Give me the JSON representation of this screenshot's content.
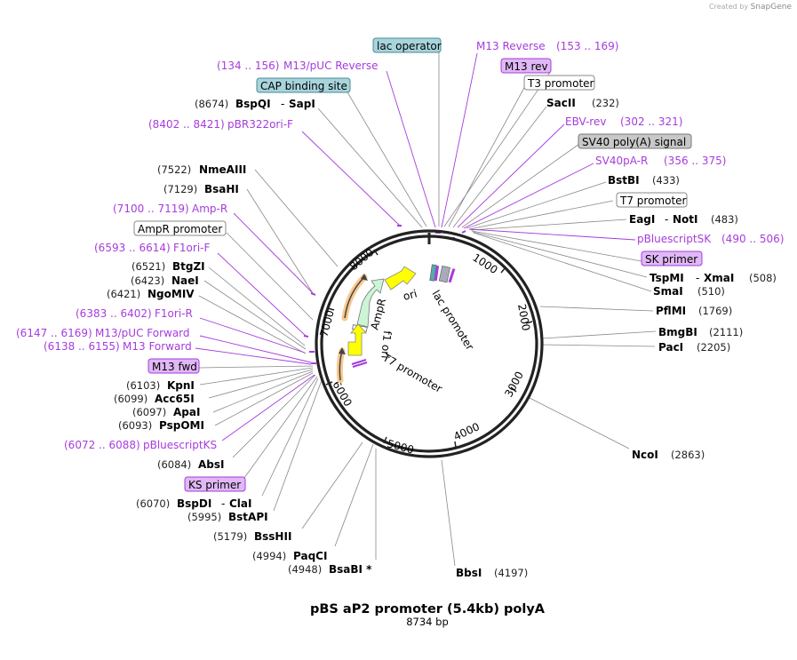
{
  "credit": {
    "prefix": "Created by",
    "brand": "SnapGene"
  },
  "map": {
    "title": "pBS aP2 promoter (5.4kb) polyA",
    "length_label": "8734 bp",
    "length": 8734,
    "ticks": [
      "1000",
      "2000",
      "3000",
      "4000",
      "5000",
      "6000",
      "7000",
      "8000"
    ]
  },
  "features_inside": [
    {
      "name": "ori",
      "label": "ori"
    },
    {
      "name": "lac-promoter",
      "label": "lac promoter"
    },
    {
      "name": "ampr",
      "label": "AmpR"
    },
    {
      "name": "f1-ori",
      "label": "f1 ori"
    },
    {
      "name": "t7-promoter",
      "label": "T7 promoter"
    }
  ],
  "labels": {
    "lac_operator": "lac operator",
    "m13_reverse": "M13 Reverse",
    "m13_reverse_pos": "(153 .. 169)",
    "m13puc_reverse": "M13/pUC Reverse",
    "m13puc_reverse_pos": "(134 .. 156)",
    "m13_rev": "M13 rev",
    "t3_promoter": "T3 promoter",
    "cap": "CAP binding site",
    "sacii": "SacII",
    "sacii_pos": "(232)",
    "bspqi": "BspQI",
    "sapi": "SapI",
    "bspqi_pos": "(8674)",
    "ebv_rev": "EBV-rev",
    "ebv_rev_pos": "(302 .. 321)",
    "pbr322": "pBR322ori-F",
    "pbr322_pos": "(8402 .. 8421)",
    "sv40_polya": "SV40 poly(A) signal",
    "sv40pa_r": "SV40pA-R",
    "sv40pa_r_pos": "(356 .. 375)",
    "nmeaiii": "NmeAIII",
    "nmeaiii_pos": "(7522)",
    "bstbi": "BstBI",
    "bstbi_pos": "(433)",
    "bsahi": "BsaHI",
    "bsahi_pos": "(7129)",
    "t7_promoter": "T7 promoter",
    "ampr_primer": "Amp-R",
    "ampr_primer_pos": "(7100 .. 7119)",
    "eagi": "EagI",
    "noti": "NotI",
    "eagi_pos": "(483)",
    "ampr_promoter": "AmpR promoter",
    "pbluescriptsk": "pBluescriptSK",
    "pbluescriptsk_pos": "(490 .. 506)",
    "f1ori_f": "F1ori-F",
    "f1ori_f_pos": "(6593 .. 6614)",
    "sk_primer": "SK primer",
    "btgzi": "BtgZI",
    "btgzi_pos": "(6521)",
    "tspmi": "TspMI",
    "xmai": "XmaI",
    "tspmi_pos": "(508)",
    "naei": "NaeI",
    "naei_pos": "(6423)",
    "smai": "SmaI",
    "smai_pos": "(510)",
    "ngomiv": "NgoMIV",
    "ngomiv_pos": "(6421)",
    "pflmi": "PflMI",
    "pflmi_pos": "(1769)",
    "f1ori_r": "F1ori-R",
    "f1ori_r_pos": "(6383 .. 6402)",
    "bmgbi": "BmgBI",
    "bmgbi_pos": "(2111)",
    "m13puc_fwd": "M13/pUC Forward",
    "m13puc_fwd_pos": "(6147 .. 6169)",
    "paci": "PacI",
    "paci_pos": "(2205)",
    "m13_forward": "M13 Forward",
    "m13_forward_pos": "(6138 .. 6155)",
    "m13_fwd": "M13 fwd",
    "kpni": "KpnI",
    "kpni_pos": "(6103)",
    "acc65i": "Acc65I",
    "acc65i_pos": "(6099)",
    "apai": "ApaI",
    "apai_pos": "(6097)",
    "pspomi": "PspOMI",
    "pspomi_pos": "(6093)",
    "pbluescriptks": "pBluescriptKS",
    "pbluescriptks_pos": "(6072 .. 6088)",
    "ncoi": "NcoI",
    "ncoi_pos": "(2863)",
    "absi": "AbsI",
    "absi_pos": "(6084)",
    "ks_primer": "KS primer",
    "bspdi": "BspDI",
    "clai": "ClaI",
    "bspdi_pos": "(6070)",
    "bstapi": "BstAPI",
    "bstapi_pos": "(5995)",
    "bsshii": "BssHII",
    "bsshii_pos": "(5179)",
    "paqci": "PaqCI",
    "paqci_pos": "(4994)",
    "bsabi": "BsaBI *",
    "bsabi_pos": "(4948)",
    "bbsi": "BbsI",
    "bbsi_pos": "(4197)"
  },
  "colors": {
    "primer": "#a63cdc",
    "primer_box": "#e0b8f5",
    "feature_teal": "#a8d4dc",
    "feature_gray": "#c8c8c8",
    "ori_yellow": "#ffff00",
    "ampr_green": "#ccf5d6",
    "orange_glow": "#f8c890"
  }
}
